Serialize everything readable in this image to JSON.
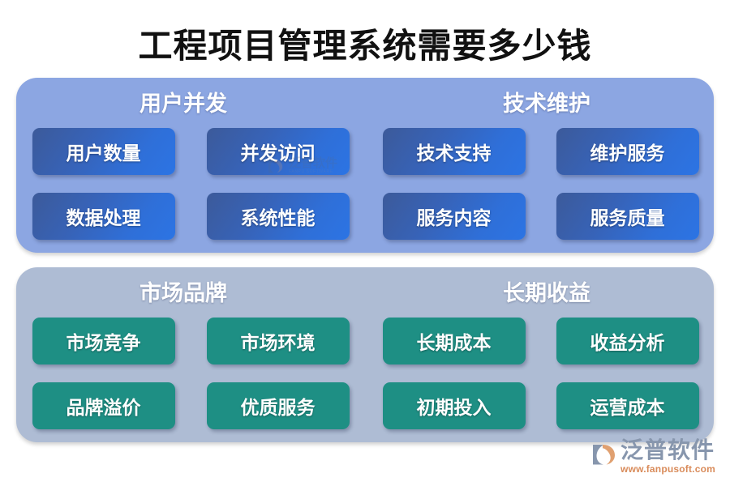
{
  "title": "工程项目管理系统需要多少钱",
  "colors": {
    "title_text": "#111111",
    "panel_top_bg": "#8CA6E2",
    "panel_bottom_bg": "#AEBCD4",
    "tile_blue_start": "#3C5A9A",
    "tile_blue_end": "#2C74E4",
    "tile_green": "#1E8F84",
    "tile_text": "#FFFFFF",
    "group_header_text": "#FFFFFF",
    "brand_cn": "#8796AD",
    "brand_url": "#D98B5A"
  },
  "panels": [
    {
      "id": "panel-top",
      "theme": "blue",
      "groups": [
        {
          "id": "group-user-concurrency",
          "header": "用户并发"
        },
        {
          "id": "group-tech-maintenance",
          "header": "技术维护"
        }
      ],
      "rows": [
        [
          "用户数量",
          "并发访问",
          "技术支持",
          "维护服务"
        ],
        [
          "数据处理",
          "系统性能",
          "服务内容",
          "服务质量"
        ]
      ]
    },
    {
      "id": "panel-bottom",
      "theme": "green",
      "groups": [
        {
          "id": "group-market-brand",
          "header": "市场品牌"
        },
        {
          "id": "group-long-term-return",
          "header": "长期收益"
        }
      ],
      "rows": [
        [
          "市场竞争",
          "市场环境",
          "长期成本",
          "收益分析"
        ],
        [
          "品牌溢价",
          "优质服务",
          "初期投入",
          "运营成本"
        ]
      ]
    }
  ],
  "watermark": {
    "name_cn": "泛普软件",
    "name_en": "FANPU SOFTWARE"
  },
  "brand": {
    "name_cn": "泛普软件",
    "url": "www.fanpusoft.com"
  }
}
